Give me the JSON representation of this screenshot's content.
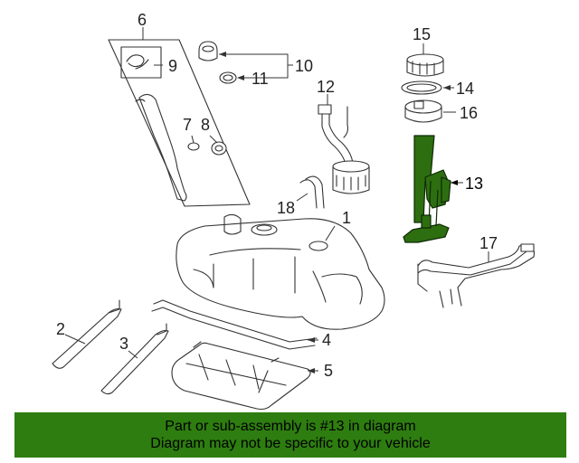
{
  "diagram": {
    "highlighted_part": "13",
    "accent_color": "#2e7d10",
    "callouts": [
      "1",
      "2",
      "3",
      "4",
      "5",
      "6",
      "7",
      "8",
      "9",
      "10",
      "11",
      "12",
      "13",
      "14",
      "15",
      "16",
      "17",
      "18"
    ]
  },
  "banner": {
    "line1": "Part or sub-assembly is #13 in diagram",
    "line2": "Diagram may not be specific to your vehicle"
  }
}
